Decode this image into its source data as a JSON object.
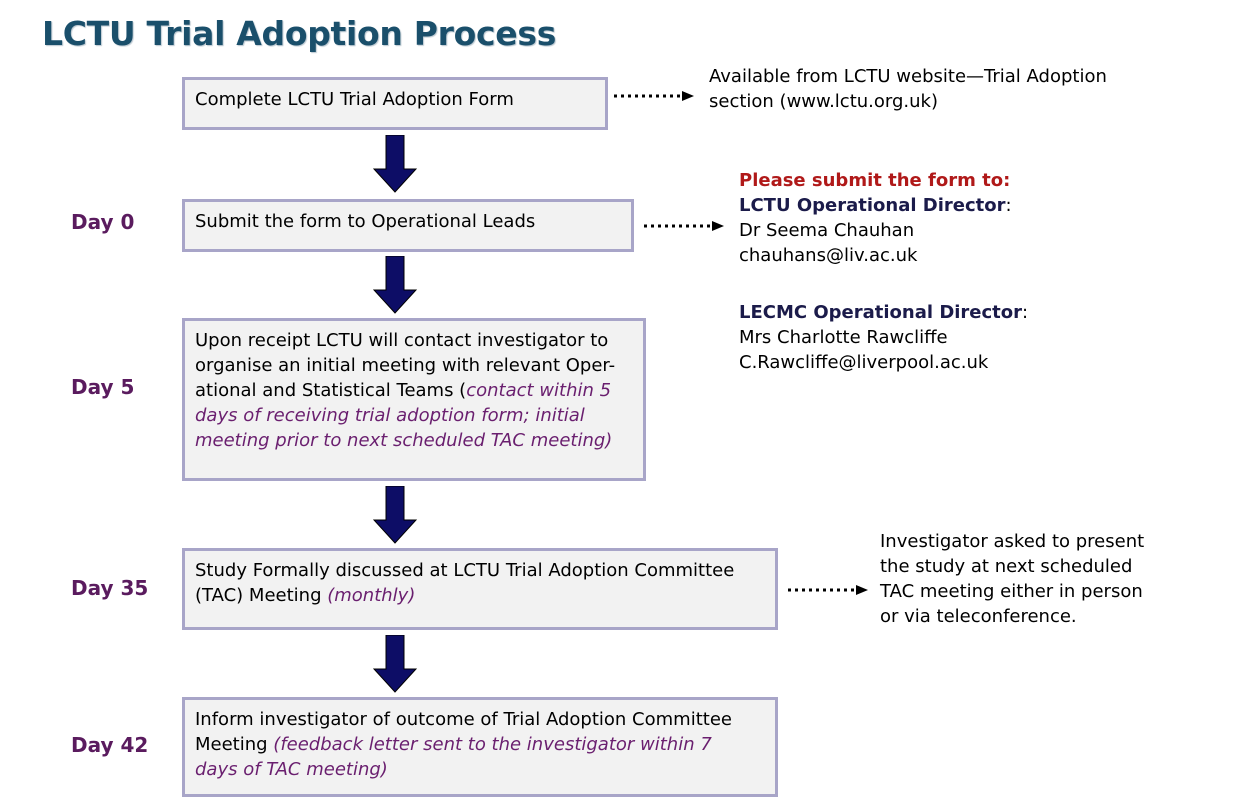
{
  "title": "LCTU Trial Adoption Process",
  "steps": [
    {
      "day": "",
      "text": "Complete LCTU Trial Adoption Form",
      "italic": ""
    },
    {
      "day": "Day 0",
      "text": "Submit the form to Operational Leads",
      "italic": ""
    },
    {
      "day": "Day 5",
      "text_lines": [
        "Upon receipt LCTU will contact investigator to",
        "organise an initial meeting with relevant Oper-",
        "ational and Statistical Teams ("
      ],
      "italic_lines": [
        "contact within 5",
        "days of receiving trial adoption form; initial",
        "meeting prior to next scheduled TAC meeting)"
      ]
    },
    {
      "day": "Day 35",
      "text_lines": [
        "Study Formally discussed at LCTU Trial Adoption Committee",
        "(TAC) Meeting "
      ],
      "italic": "(monthly)"
    },
    {
      "day": "Day 42",
      "text_lines": [
        "Inform investigator of outcome of Trial Adoption Committee",
        "Meeting "
      ],
      "italic_lines": [
        "(feedback letter sent to the investigator within 7",
        "days of TAC meeting)"
      ]
    }
  ],
  "notes": {
    "website": [
      "Available from LCTU website—Trial Adoption",
      "section (www.lctu.org.uk)"
    ],
    "submit_heading": "Please submit the form to:",
    "lctu_role": "LCTU Operational Director",
    "lctu_name": "Dr Seema Chauhan",
    "lctu_email": "chauhans@liv.ac.uk",
    "lecmc_role": "LECMC Operational Director",
    "lecmc_name": "Mrs Charlotte Rawcliffe",
    "lecmc_email": "C.Rawcliffe@liverpool.ac.uk",
    "colon": ":",
    "tac": [
      "Investigator asked to present",
      "the study at next scheduled",
      "TAC meeting either in person",
      "or via teleconference."
    ]
  },
  "colors": {
    "title": "#1a4f6b",
    "day": "#5a1b5e",
    "box_border": "#a8a5c8",
    "box_fill": "#f2f2f2",
    "arrow": "#0d0d66",
    "italic": "#6a1f6f",
    "heading_red": "#b01919"
  }
}
